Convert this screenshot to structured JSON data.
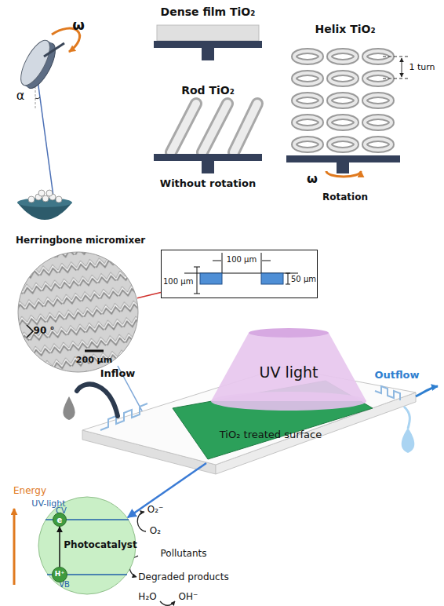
{
  "diagram": {
    "nodes": [
      {
        "text": [
          "Herringbone micromixer",
          "90 °",
          "200 μm"
        ]
      },
      {
        "text": [
          "100 μm",
          "100 μm",
          "50 μm"
        ]
      },
      {
        "text": [
          "UV light"
        ]
      },
      {
        "text": [
          "TiO₂ treated surface"
        ]
      },
      {
        "text": [
          "Photocatalyst",
          "CV",
          "VB"
        ]
      },
      {
        "text": [
          "e"
        ],
        "in": 4
      },
      {
        "text": [
          "H⁺"
        ],
        "in": 4
      }
    ],
    "edges": [
      {
        "from": 0,
        "to": 1,
        "arrow": "none"
      },
      {
        "from": 3,
        "to": 4,
        "arrow": "to"
      },
      {
        "from": 6,
        "to": 5,
        "arrow": "to"
      }
    ],
    "labels": [
      "ω",
      "α",
      "Dense film TiO₂",
      "Rod TiO₂",
      "Without rotation",
      "Helix TiO₂",
      "1 turn",
      "ω",
      "Rotation",
      "Inflow",
      "Outflow",
      "Energy",
      "UV-light",
      "O₂⁻",
      "O₂",
      "Pollutants",
      "Degraded products",
      "H₂O",
      "OH⁻"
    ]
  }
}
